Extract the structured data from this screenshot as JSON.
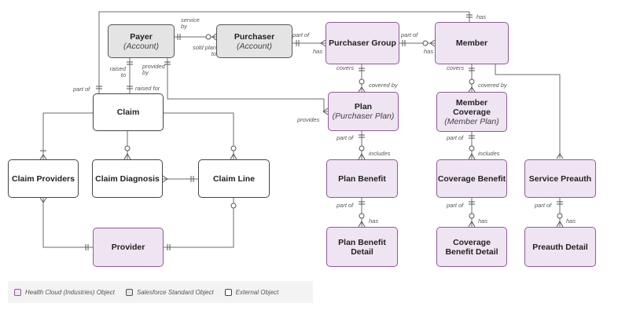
{
  "entities": {
    "payer": {
      "label": "Payer",
      "sub": "(Account)"
    },
    "purchaser": {
      "label": "Purchaser",
      "sub": "(Account)"
    },
    "purchaser_group": {
      "label": "Purchaser Group"
    },
    "member": {
      "label": "Member"
    },
    "claim": {
      "label": "Claim"
    },
    "plan": {
      "label": "Plan",
      "sub": "(Purchaser Plan)"
    },
    "member_coverage": {
      "label": "Member Coverage",
      "sub": "(Member Plan)"
    },
    "claim_providers": {
      "label": "Claim Providers"
    },
    "claim_diagnosis": {
      "label": "Claim Diagnosis"
    },
    "claim_line": {
      "label": "Claim Line"
    },
    "plan_benefit": {
      "label": "Plan Benefit"
    },
    "coverage_benefit": {
      "label": "Coverage Benefit"
    },
    "service_preauth": {
      "label": "Service Preauth"
    },
    "provider": {
      "label": "Provider"
    },
    "plan_benefit_detail": {
      "label": "Plan Benefit Detail"
    },
    "coverage_benefit_detail": {
      "label": "Coverage Benefit Detail"
    },
    "preauth_detail": {
      "label": "Preauth Detail"
    }
  },
  "relationships": {
    "service_by": "service by",
    "sold_plan_to": "sold plan to",
    "part_of": "part of",
    "has": "has",
    "raised_to": "raised to",
    "raised_for": "raised for",
    "provided_by": "provided by",
    "covers": "covers",
    "covered_by": "covered by",
    "provides": "provides",
    "includes": "includes"
  },
  "legend": {
    "health_cloud": "Health Cloud (Industries) Object",
    "salesforce_standard": "Salesforce Standard Object",
    "external": "External Object"
  },
  "colors": {
    "health_cloud_fill": "#efe4f1",
    "health_cloud_border": "#8e5b97",
    "standard_fill": "#e4e4e4",
    "external_fill": "#ffffff",
    "line": "#6b6b6b"
  }
}
